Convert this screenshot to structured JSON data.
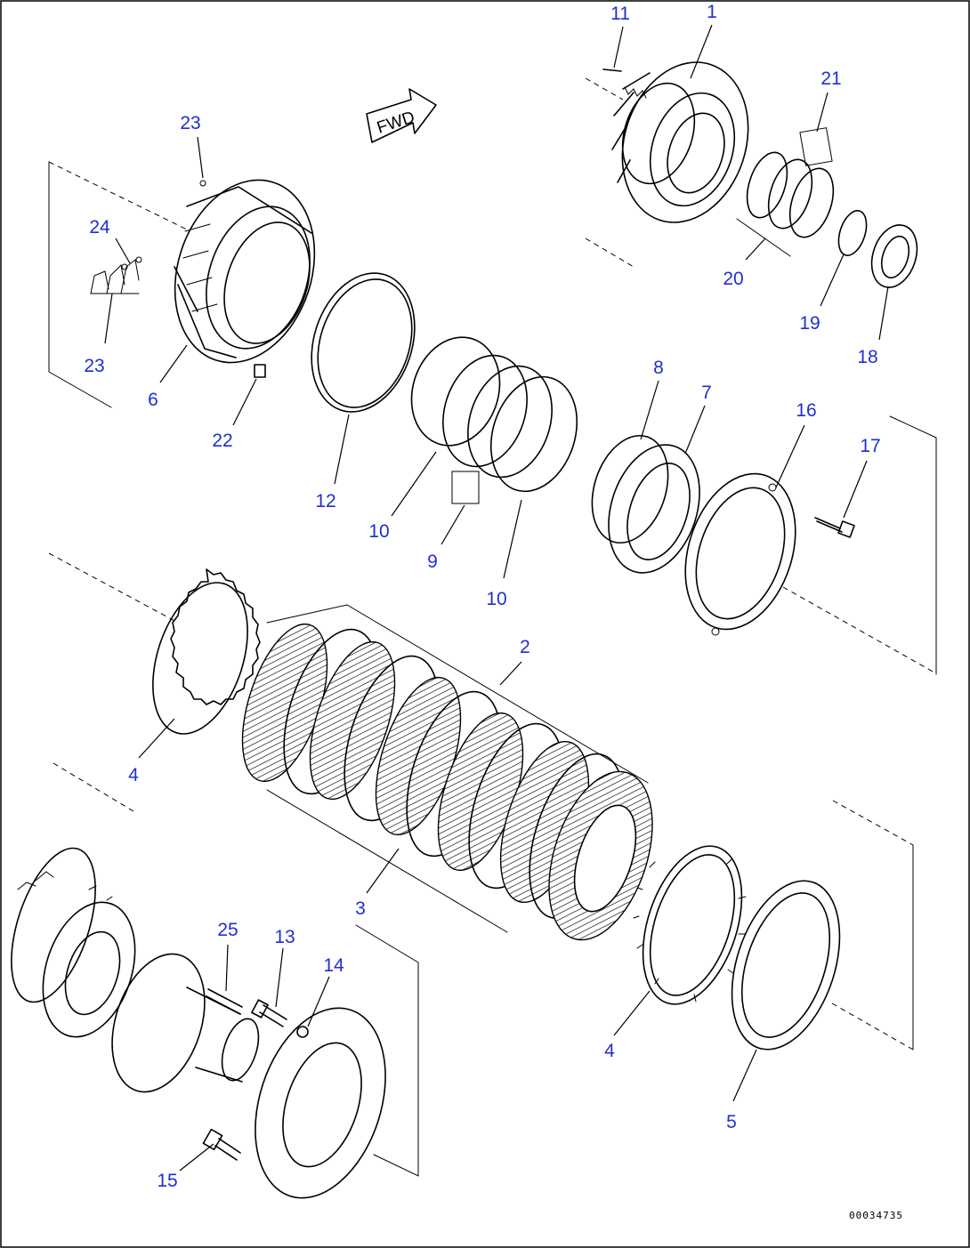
{
  "labels": [
    {
      "id": "p1",
      "text": "1"
    },
    {
      "id": "p2",
      "text": "2"
    },
    {
      "id": "p3",
      "text": "3"
    },
    {
      "id": "p4a",
      "text": "4"
    },
    {
      "id": "p4b",
      "text": "4"
    },
    {
      "id": "p5",
      "text": "5"
    },
    {
      "id": "p6",
      "text": "6"
    },
    {
      "id": "p7",
      "text": "7"
    },
    {
      "id": "p8",
      "text": "8"
    },
    {
      "id": "p9",
      "text": "9"
    },
    {
      "id": "p10a",
      "text": "10"
    },
    {
      "id": "p10b",
      "text": "10"
    },
    {
      "id": "p11",
      "text": "11"
    },
    {
      "id": "p12",
      "text": "12"
    },
    {
      "id": "p13",
      "text": "13"
    },
    {
      "id": "p14",
      "text": "14"
    },
    {
      "id": "p15",
      "text": "15"
    },
    {
      "id": "p16",
      "text": "16"
    },
    {
      "id": "p17",
      "text": "17"
    },
    {
      "id": "p18",
      "text": "18"
    },
    {
      "id": "p19",
      "text": "19"
    },
    {
      "id": "p20",
      "text": "20"
    },
    {
      "id": "p21",
      "text": "21"
    },
    {
      "id": "p22",
      "text": "22"
    },
    {
      "id": "p23a",
      "text": "23"
    },
    {
      "id": "p23b",
      "text": "23"
    },
    {
      "id": "p24",
      "text": "24"
    },
    {
      "id": "p25",
      "text": "25"
    }
  ],
  "fwd_marker": "FWD",
  "drawing_number": "00034735",
  "colors": {
    "callout": "#1f2fd0",
    "line": "#000000"
  }
}
